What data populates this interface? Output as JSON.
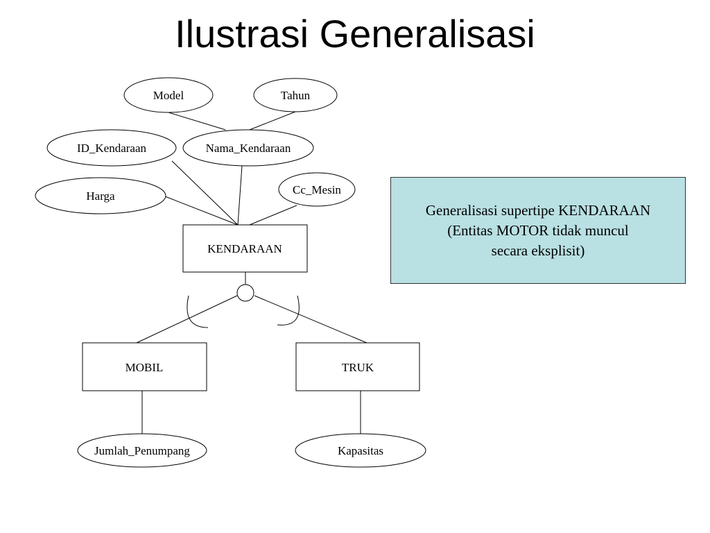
{
  "title": "Ilustrasi Generalisasi",
  "attributes": {
    "model": "Model",
    "tahun": "Tahun",
    "id_kendaraan": "ID_Kendaraan",
    "nama_kendaraan": "Nama_Kendaraan",
    "harga": "Harga",
    "cc_mesin": "Cc_Mesin",
    "jumlah_penumpang": "Jumlah_Penumpang",
    "kapasitas": "Kapasitas"
  },
  "entities": {
    "supertype": "KENDARAAN",
    "subtype_left": "MOBIL",
    "subtype_right": "TRUK"
  },
  "note": {
    "line1": "Generalisasi supertipe KENDARAAN",
    "line2": "(Entitas MOTOR tidak muncul",
    "line3": "secara eksplisit)",
    "background": "#b9e0e3"
  }
}
